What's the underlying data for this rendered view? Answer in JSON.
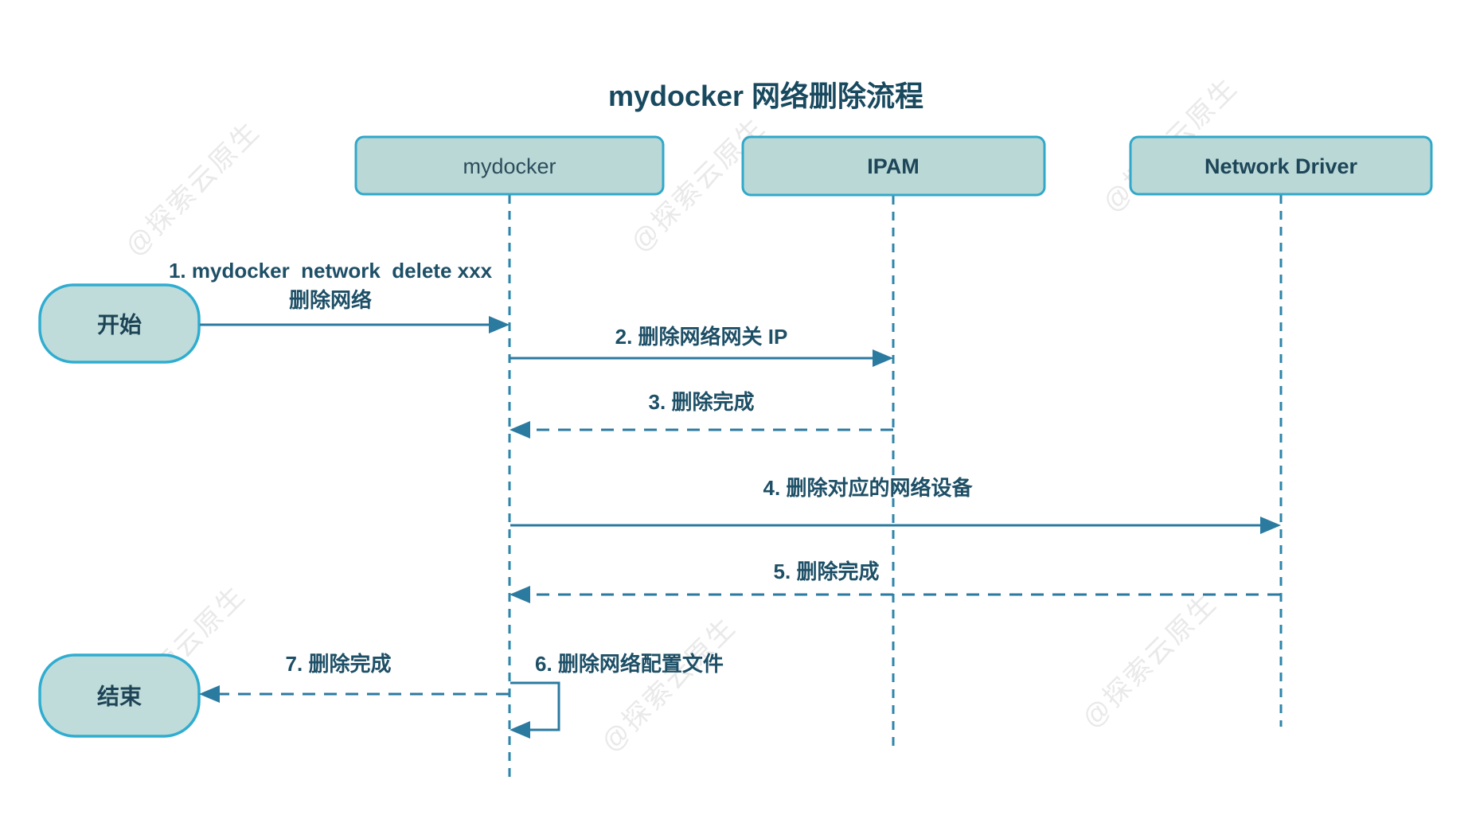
{
  "title": "mydocker 网络删除流程",
  "watermark": {
    "text": "@探索云原生"
  },
  "colors": {
    "node_fill": "#bad8d6",
    "node_border": "#31a8c9",
    "line": "#2b7aa0",
    "label_text": "#1d4f66",
    "title_text": "#18495e",
    "watermark": "#e9e9e9"
  },
  "actors": {
    "mydocker": {
      "label": "mydocker"
    },
    "ipam": {
      "label": "IPAM"
    },
    "network_driver": {
      "label": "Network Driver"
    }
  },
  "nodes": {
    "start": {
      "label": "开始"
    },
    "end": {
      "label": "结束"
    }
  },
  "messages": {
    "m1": {
      "line1": "1. mydocker  network  delete xxx",
      "line2": "删除网络"
    },
    "m2": {
      "label": "2. 删除网络网关 IP"
    },
    "m3": {
      "label": "3. 删除完成"
    },
    "m4": {
      "label": "4. 删除对应的网络设备"
    },
    "m5": {
      "label": "5. 删除完成"
    },
    "m6": {
      "label": "6. 删除网络配置文件"
    },
    "m7": {
      "label": "7. 删除完成"
    }
  }
}
